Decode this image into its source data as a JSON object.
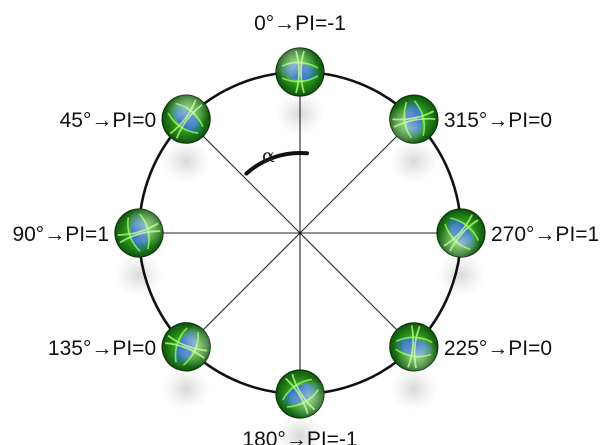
{
  "positions": [
    {
      "id": "p0",
      "angle_deg": 0,
      "label": "0°→PI=-1"
    },
    {
      "id": "p45",
      "angle_deg": 45,
      "label": "45°→PI=0"
    },
    {
      "id": "p90",
      "angle_deg": 90,
      "label": "90°→PI=1"
    },
    {
      "id": "p135",
      "angle_deg": 135,
      "label": "135°→PI=0"
    },
    {
      "id": "p180",
      "angle_deg": 180,
      "label": "180°→PI=-1"
    },
    {
      "id": "p225",
      "angle_deg": 225,
      "label": "225°→PI=0"
    },
    {
      "id": "p270",
      "angle_deg": 270,
      "label": "270°→PI=1"
    },
    {
      "id": "p315",
      "angle_deg": 315,
      "label": "315°→PI=0"
    }
  ],
  "angle_symbol": "α",
  "colors": {
    "circle": "#111111",
    "spoke": "#222222",
    "cell_outer": "#0f4a0c",
    "cell_mid": "#2f9a1c",
    "cell_green": "#6ee63c",
    "cell_blue": "#2d6fe0",
    "shadow": "#c8c8c8"
  }
}
